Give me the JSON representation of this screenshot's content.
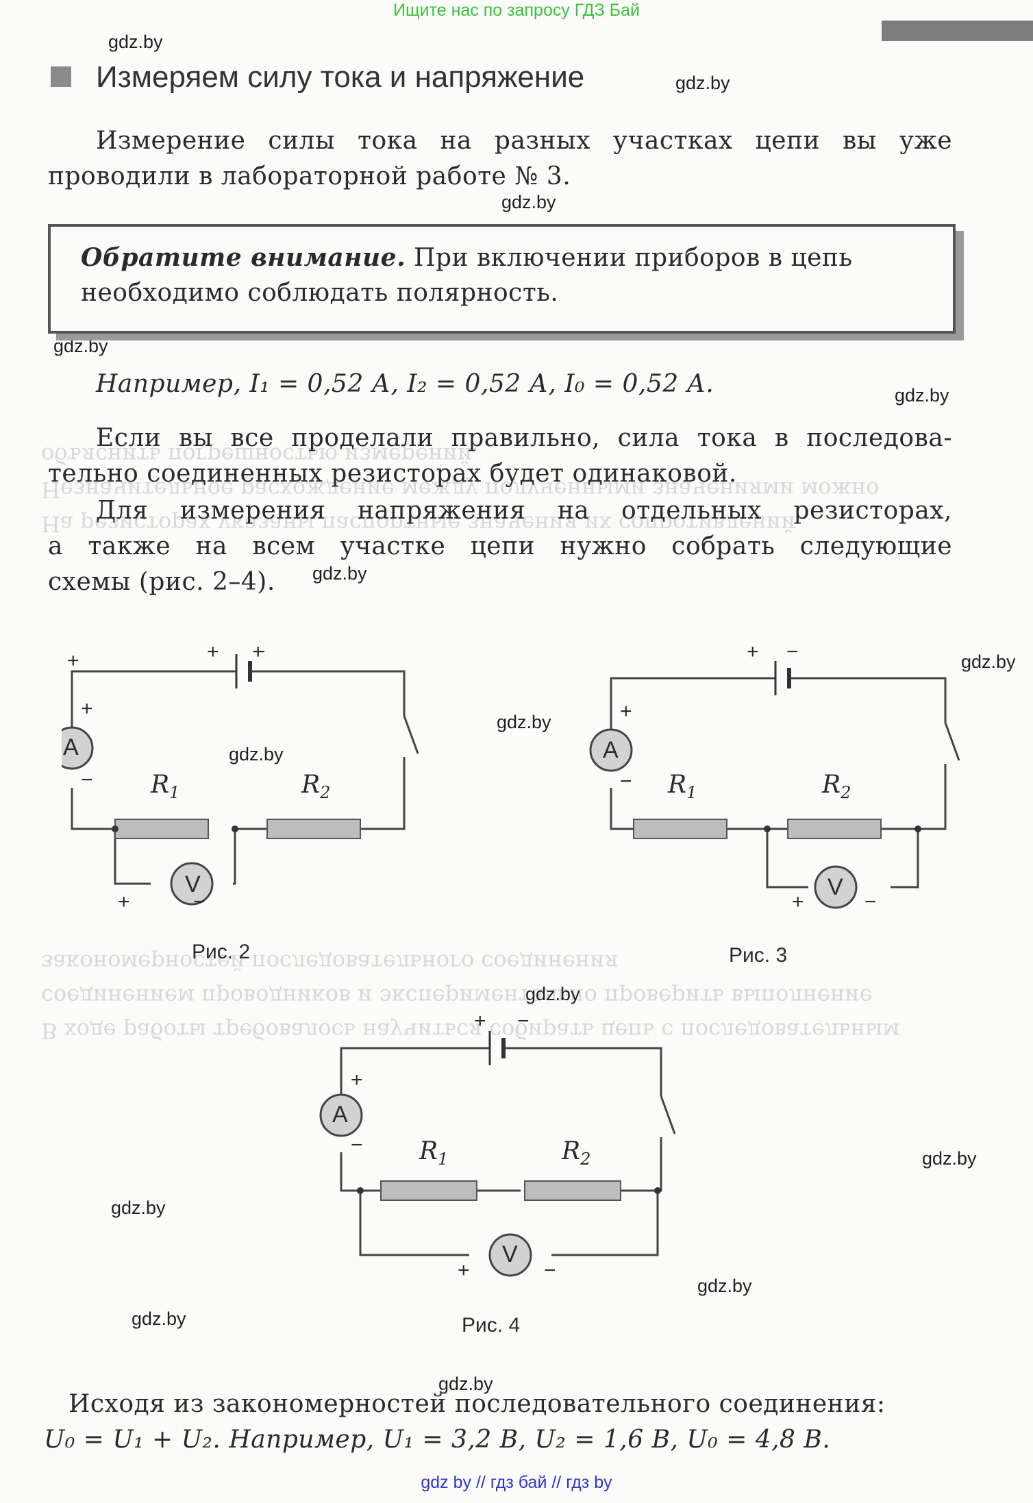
{
  "banner": "Ищите нас по запросу ГДЗ Бай",
  "watermarks": [
    "gdz.by",
    "gdz.by",
    "gdz.by",
    "gdz.by",
    "gdz.by",
    "gdz.by",
    "gdz.by",
    "gdz.by",
    "gdz.by",
    "gdz.by",
    "gdz.by",
    "gdz.by",
    "gdz.by",
    "gdz.by",
    "gdz.by"
  ],
  "heading": "Измеряем силу тока и напряжение",
  "p1": {
    "line1": "Измерение силы тока на разных участках цепи вы уже",
    "line2": "проводили в лабораторной работе № 3."
  },
  "note": {
    "lead": "Обратите внимание.",
    "line1_rest": " При включении приборов в цепь",
    "line2": "необходимо соблюдать полярность."
  },
  "example1": "Например, I₁ = 0,52 А, I₂ = 0,52 А, I₀ = 0,52 А.",
  "p2": {
    "line1": "Если вы все проделали правильно, сила тока в последова-",
    "line2": "тельно соединенных резисторах будет одинаковой."
  },
  "p3": {
    "line1": "Для измерения напряжения на отдельных резисторах,",
    "line2": "а также на всем участке цепи нужно собрать следующие",
    "line3": "схемы (рис. 2–4)."
  },
  "figures": {
    "fig2_caption": "Рис. 2",
    "fig3_caption": "Рис. 3",
    "fig4_caption": "Рис. 4",
    "plus": "+",
    "minus": "−",
    "ammeter": "A",
    "voltmeter": "V",
    "r1": "R",
    "r1_sub": "1",
    "r2": "R",
    "r2_sub": "2"
  },
  "conclusion": {
    "line1": "Исходя из закономерностей последовательного соединения:",
    "line2": "U₀ = U₁ + U₂. Например, U₁ = 3,2 В, U₂ = 1,6 В, U₀ = 4,8 В."
  },
  "footer": "gdz by  //  гдз бай  //  гдз by"
}
